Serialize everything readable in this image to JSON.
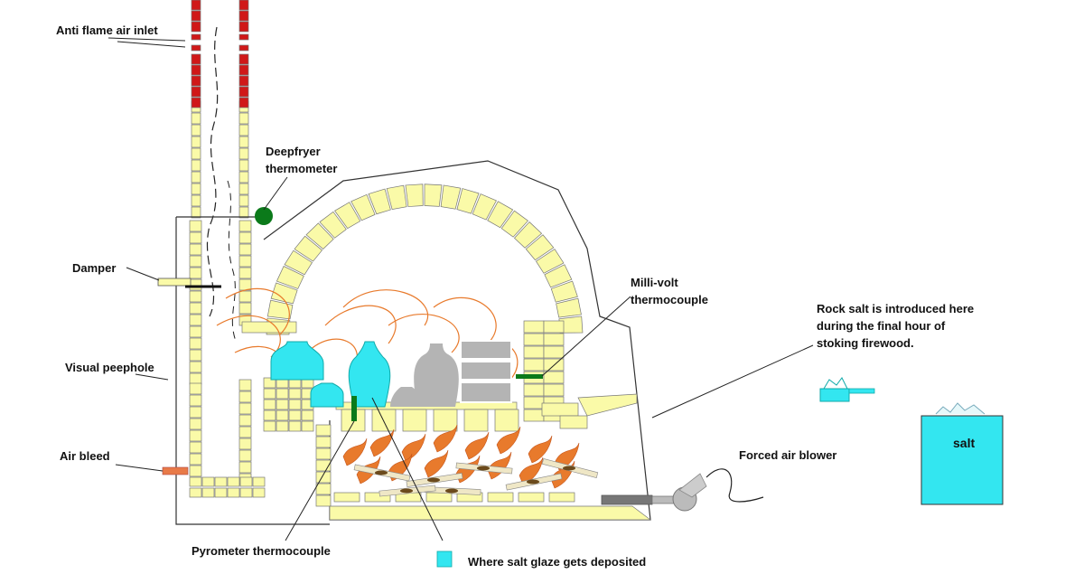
{
  "labels": {
    "anti_flame": "Anti flame air inlet",
    "deepfryer": [
      "Deepfryer",
      "thermometer"
    ],
    "damper": "Damper",
    "visual_peephole": "Visual peephole",
    "air_bleed": "Air bleed",
    "millivolt": [
      "Milli-volt",
      "thermocouple"
    ],
    "rock_salt": [
      "Rock salt is introduced here",
      "during the final hour of",
      "stoking firewood."
    ],
    "forced_air": "Forced air blower",
    "salt": "salt",
    "pyrometer": "Pyrometer thermocouple",
    "legend": "Where salt glaze gets deposited"
  },
  "colors": {
    "brick": "#fafaa8",
    "red_brick": "#d01818",
    "salt_glaze": "#33e6f0",
    "flame": "#e87a2c",
    "ware": "#b4b4b4",
    "thermometer": "#0b7a1a"
  }
}
